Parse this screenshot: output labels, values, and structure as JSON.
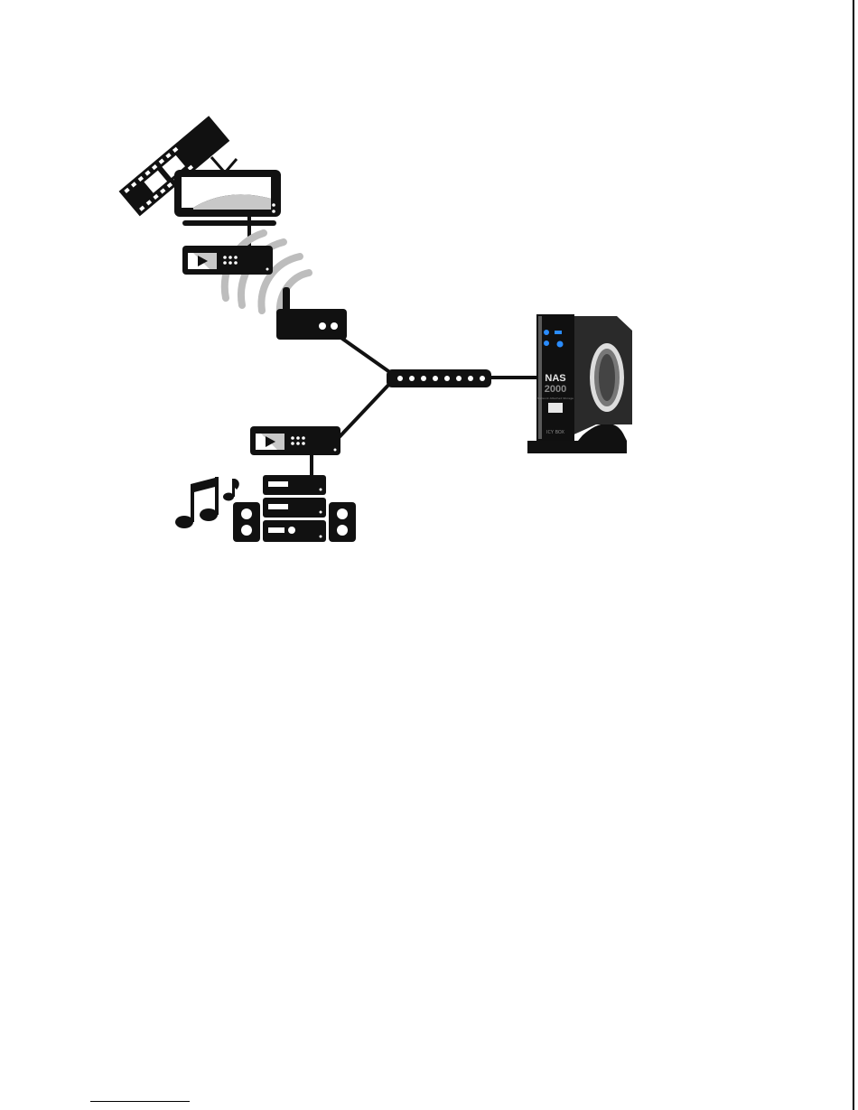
{
  "nas": {
    "brand_line1": "NAS",
    "brand_line2": "2000",
    "tagline": "Network Attached Storage",
    "maker": "ICY BOX"
  },
  "colors": {
    "ink": "#111111",
    "fill_light": "#c8c8c8",
    "nas_body": "#2a2a2a",
    "nas_led_blue": "#2a8cff",
    "wifi_wave": "#bdbdbd"
  },
  "icons": [
    "film-strip-icon",
    "television-icon",
    "media-player-icon",
    "wifi-waves-icon",
    "wireless-router-icon",
    "network-switch-icon",
    "nas-device-icon",
    "music-notes-icon",
    "stereo-system-icon",
    "speaker-icon"
  ]
}
